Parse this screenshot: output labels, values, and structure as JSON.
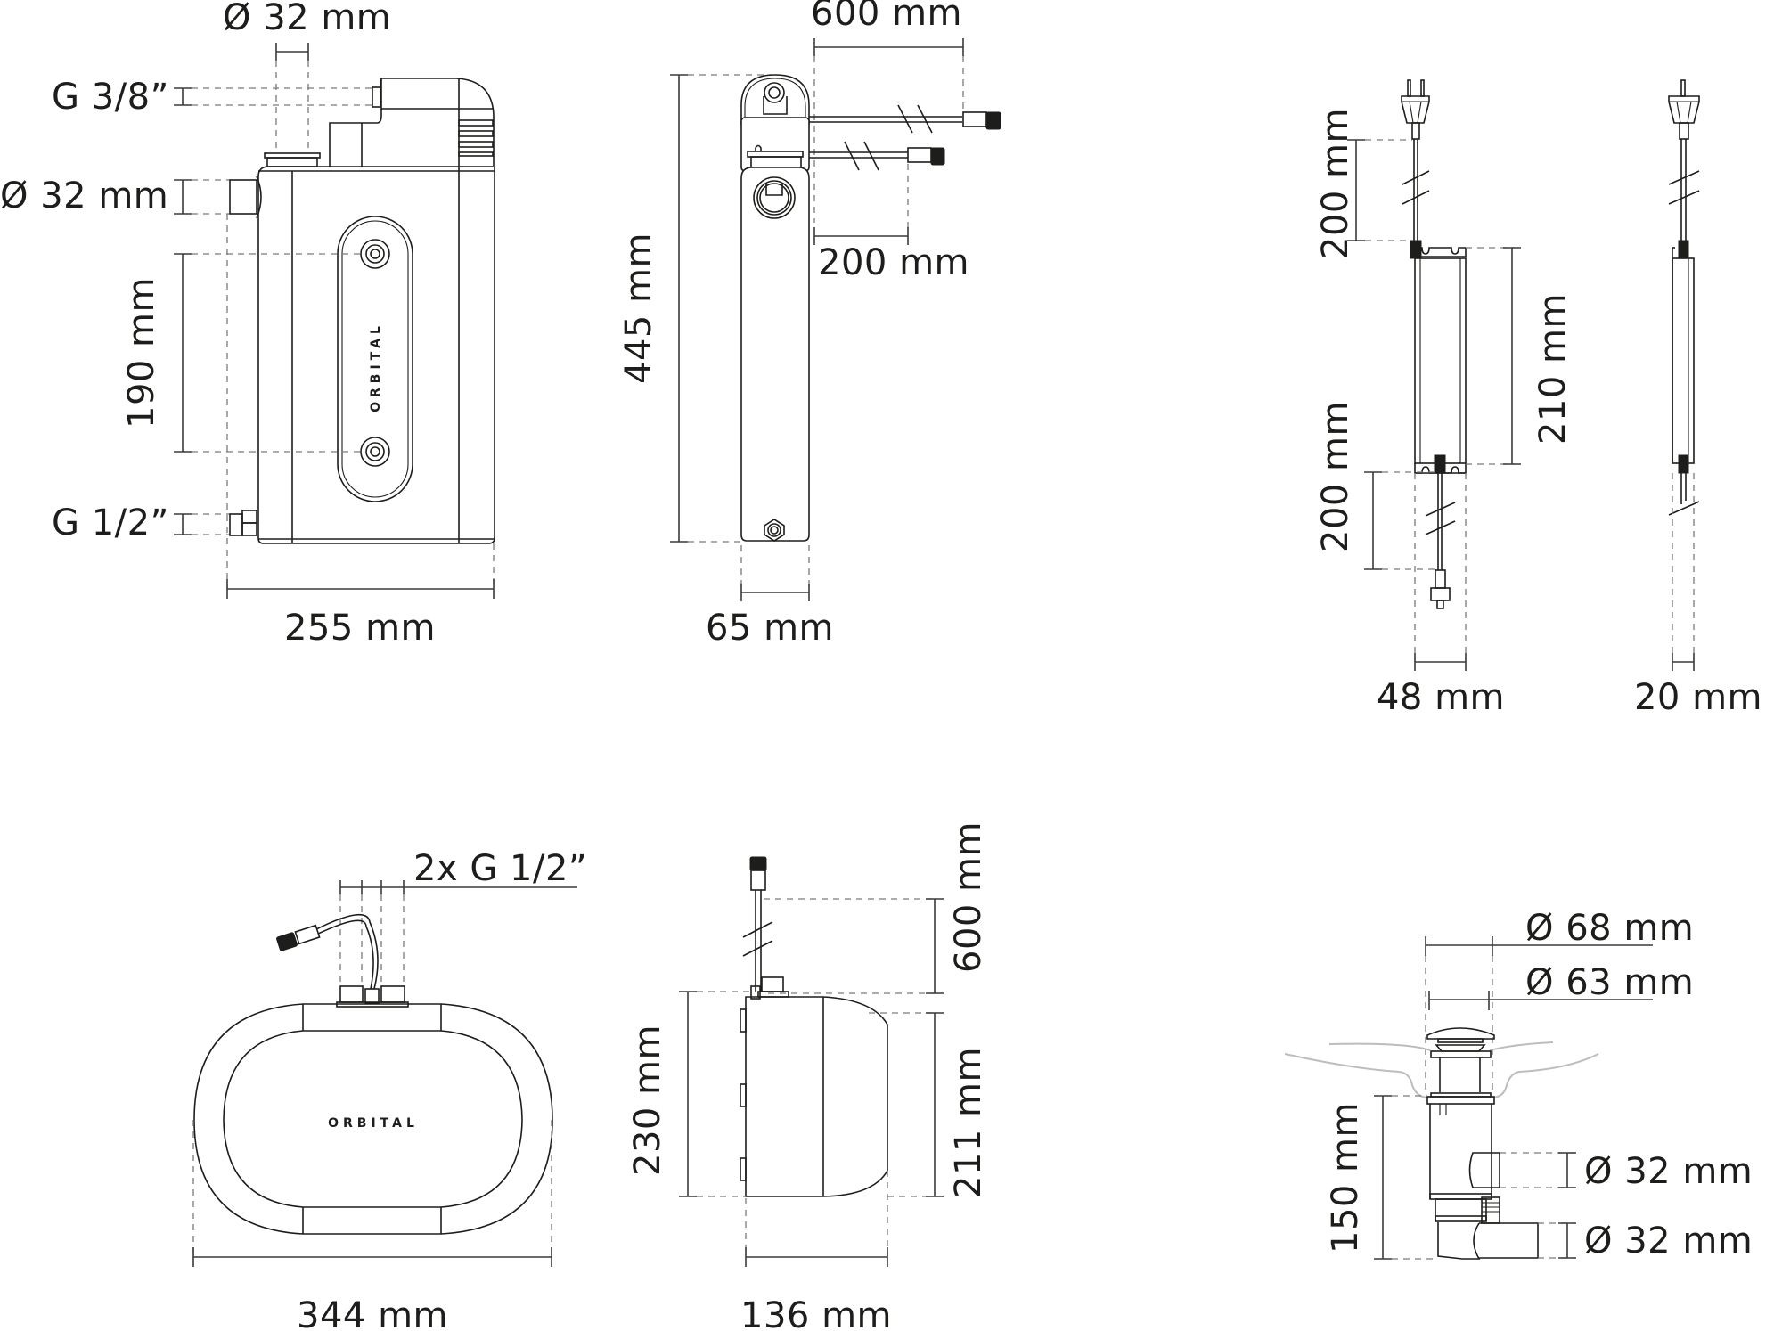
{
  "brand": "ORBITAL",
  "colors": {
    "line": "#1d1d1b",
    "dash": "#7a7a7a",
    "sink": "#bdbdbd",
    "background": "#ffffff"
  },
  "views": {
    "main_unit_front": {
      "dims": {
        "top_outlet": "Ø 32 mm",
        "top_fitting": "G 3/8”",
        "side_inlet": "Ø 32 mm",
        "mount_spacing": "190 mm",
        "bottom_fitting": "G 1/2”",
        "width": "255 mm"
      }
    },
    "main_unit_side": {
      "dims": {
        "height": "445 mm",
        "depth": "65 mm",
        "cable_long": "600 mm",
        "cable_short": "200 mm"
      }
    },
    "power_supply_front": {
      "dims": {
        "cable_top": "200 mm",
        "cable_bottom": "200 mm",
        "length": "210 mm",
        "width": "48 mm"
      }
    },
    "power_supply_side": {
      "dims": {
        "depth": "20 mm"
      }
    },
    "oval_unit_top": {
      "dims": {
        "fittings": "2x G 1/2”",
        "width": "344 mm"
      }
    },
    "oval_unit_side": {
      "dims": {
        "cable": "600 mm",
        "height_total": "230 mm",
        "height_body": "211 mm",
        "depth": "136 mm"
      }
    },
    "drain": {
      "dims": {
        "cap_outer": "Ø 68 mm",
        "cap_inner": "Ø 63 mm",
        "height": "150 mm",
        "outlet_upper": "Ø 32 mm",
        "outlet_lower": "Ø 32 mm"
      }
    }
  }
}
